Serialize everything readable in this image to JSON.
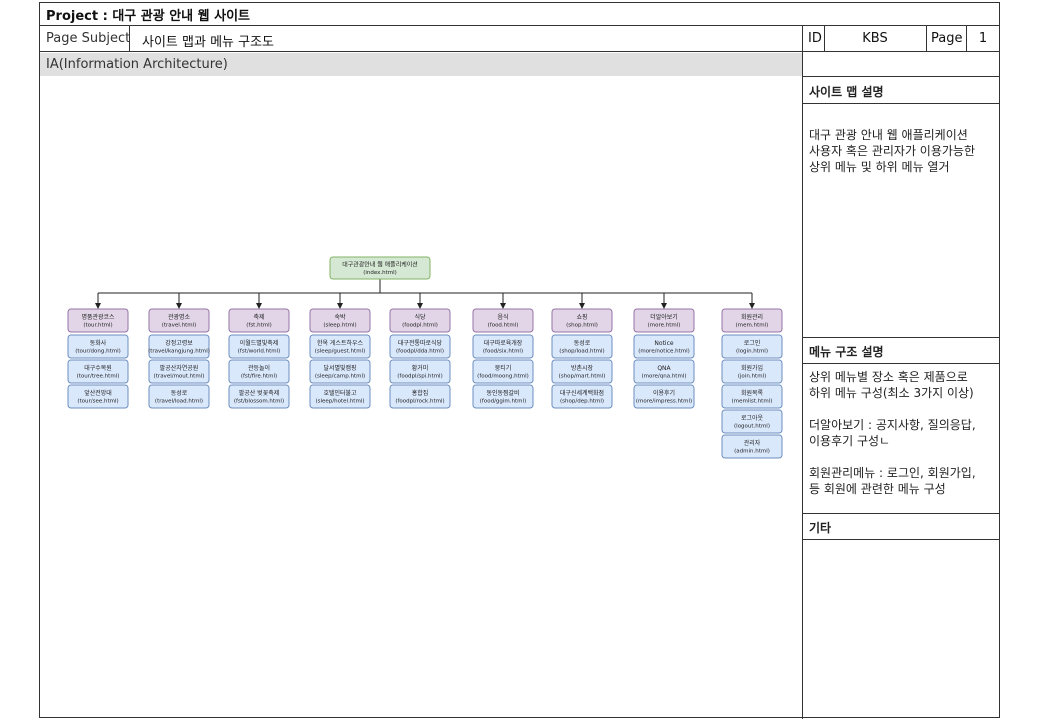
{
  "header": {
    "project": "Project : 대구 관광 안내 웹 사이트",
    "page_subject_label": "Page Subject",
    "page_subject": "사이트 맵과 메뉴 구조도",
    "id_label": "ID",
    "id_value": "KBS",
    "page_label": "Page",
    "page_value": "1"
  },
  "ia_label": "IA(Information Architecture)",
  "sidebar": {
    "sitemap_title": "사이트 맵 설명",
    "sitemap_lines": [
      "대구 관광 안내 웹 애플리케이션",
      "사용자 혹은 관리자가 이용가능한",
      "상위 메뉴 및 하위 메뉴 열거"
    ],
    "menu_title": "메뉴 구조 설명",
    "menu_lines": [
      "상위 메뉴별 장소 혹은 제품으로",
      "하위 메뉴 구성(최소 3가지 이상)",
      "",
      "더알아보기 : 공지사항, 질의응답,",
      "이용후기 구성ㄴ",
      "",
      "회원관리메뉴 : 로그인, 회원가입,",
      "등 회원에 관련한 메뉴 구성"
    ],
    "etc_title": "기타"
  },
  "diagram": {
    "root": {
      "label": "대구관광안내 웹 애플리케이션",
      "file": "(index.html)"
    },
    "colors": {
      "root_fill": "#d5e8d4",
      "root_stroke": "#82b366",
      "cat_fill": "#e1d5e7",
      "cat_stroke": "#9673a6",
      "leaf_fill": "#dae8fc",
      "leaf_stroke": "#6c8ebf",
      "edge": "#222222"
    },
    "categories": [
      {
        "label": "명품관광코스",
        "file": "(tour.html)",
        "children": [
          {
            "label": "동화사",
            "file": "(tour/dong.html)"
          },
          {
            "label": "대구수목원",
            "file": "(tour/tree.html)"
          },
          {
            "label": "앞산전망대",
            "file": "(tour/see.html)"
          }
        ]
      },
      {
        "label": "관광명소",
        "file": "(travel.html)",
        "children": [
          {
            "label": "강정고령보",
            "file": "(travel/kangjung.html)"
          },
          {
            "label": "팔공산자연공원",
            "file": "(travel/mout.html)"
          },
          {
            "label": "동성로",
            "file": "(travel/load.html)"
          }
        ]
      },
      {
        "label": "축제",
        "file": "(fst.html)",
        "children": [
          {
            "label": "이월드별빛축제",
            "file": "(fst/world.html)"
          },
          {
            "label": "관등놀이",
            "file": "(fst/fire.html)"
          },
          {
            "label": "팔공산 벚꽃축제",
            "file": "(fst/blossom.html)"
          }
        ]
      },
      {
        "label": "숙박",
        "file": "(sleep.html)",
        "children": [
          {
            "label": "한옥 게스트하우스",
            "file": "(sleep/guest.html)"
          },
          {
            "label": "달서별빛캠핑",
            "file": "(sleep/camp.html)"
          },
          {
            "label": "호텔인터불고",
            "file": "(sleep/hotel.html)"
          }
        ]
      },
      {
        "label": "식당",
        "file": "(foodpl.html)",
        "children": [
          {
            "label": "대구전통따로식당",
            "file": "(foodpl/dda.html)"
          },
          {
            "label": "황거미",
            "file": "(foodpl/spi.html)"
          },
          {
            "label": "홍합집",
            "file": "(foodpl/rock.html)"
          }
        ]
      },
      {
        "label": "음식",
        "file": "(food.html)",
        "children": [
          {
            "label": "대구따로육개장",
            "file": "(food/six.html)"
          },
          {
            "label": "뭉티기",
            "file": "(food/moong.html)"
          },
          {
            "label": "동인동찜갈비",
            "file": "(food/ggim.html)"
          }
        ]
      },
      {
        "label": "쇼핑",
        "file": "(shop.html)",
        "children": [
          {
            "label": "동성로",
            "file": "(shop/load.html)"
          },
          {
            "label": "방촌시장",
            "file": "(shop/mart.html)"
          },
          {
            "label": "대구신세계백화점",
            "file": "(shop/dep.html)"
          }
        ]
      },
      {
        "label": "더알아보기",
        "file": "(more.html)",
        "children": [
          {
            "label": "Notice",
            "file": "(more/notice.html)"
          },
          {
            "label": "QNA",
            "file": "(more/qna.html)"
          },
          {
            "label": "이용후기",
            "file": "(more/impress.html)"
          }
        ]
      },
      {
        "label": "회원관리",
        "file": "(mem.html)",
        "children": [
          {
            "label": "로그인",
            "file": "(login.html)"
          },
          {
            "label": "회원가입",
            "file": "(join.html)"
          },
          {
            "label": "회원목록",
            "file": "(memlist.html)"
          },
          {
            "label": "로그아웃",
            "file": "(logout.html)"
          },
          {
            "label": "관리자",
            "file": "(admin.html)"
          }
        ]
      }
    ]
  }
}
